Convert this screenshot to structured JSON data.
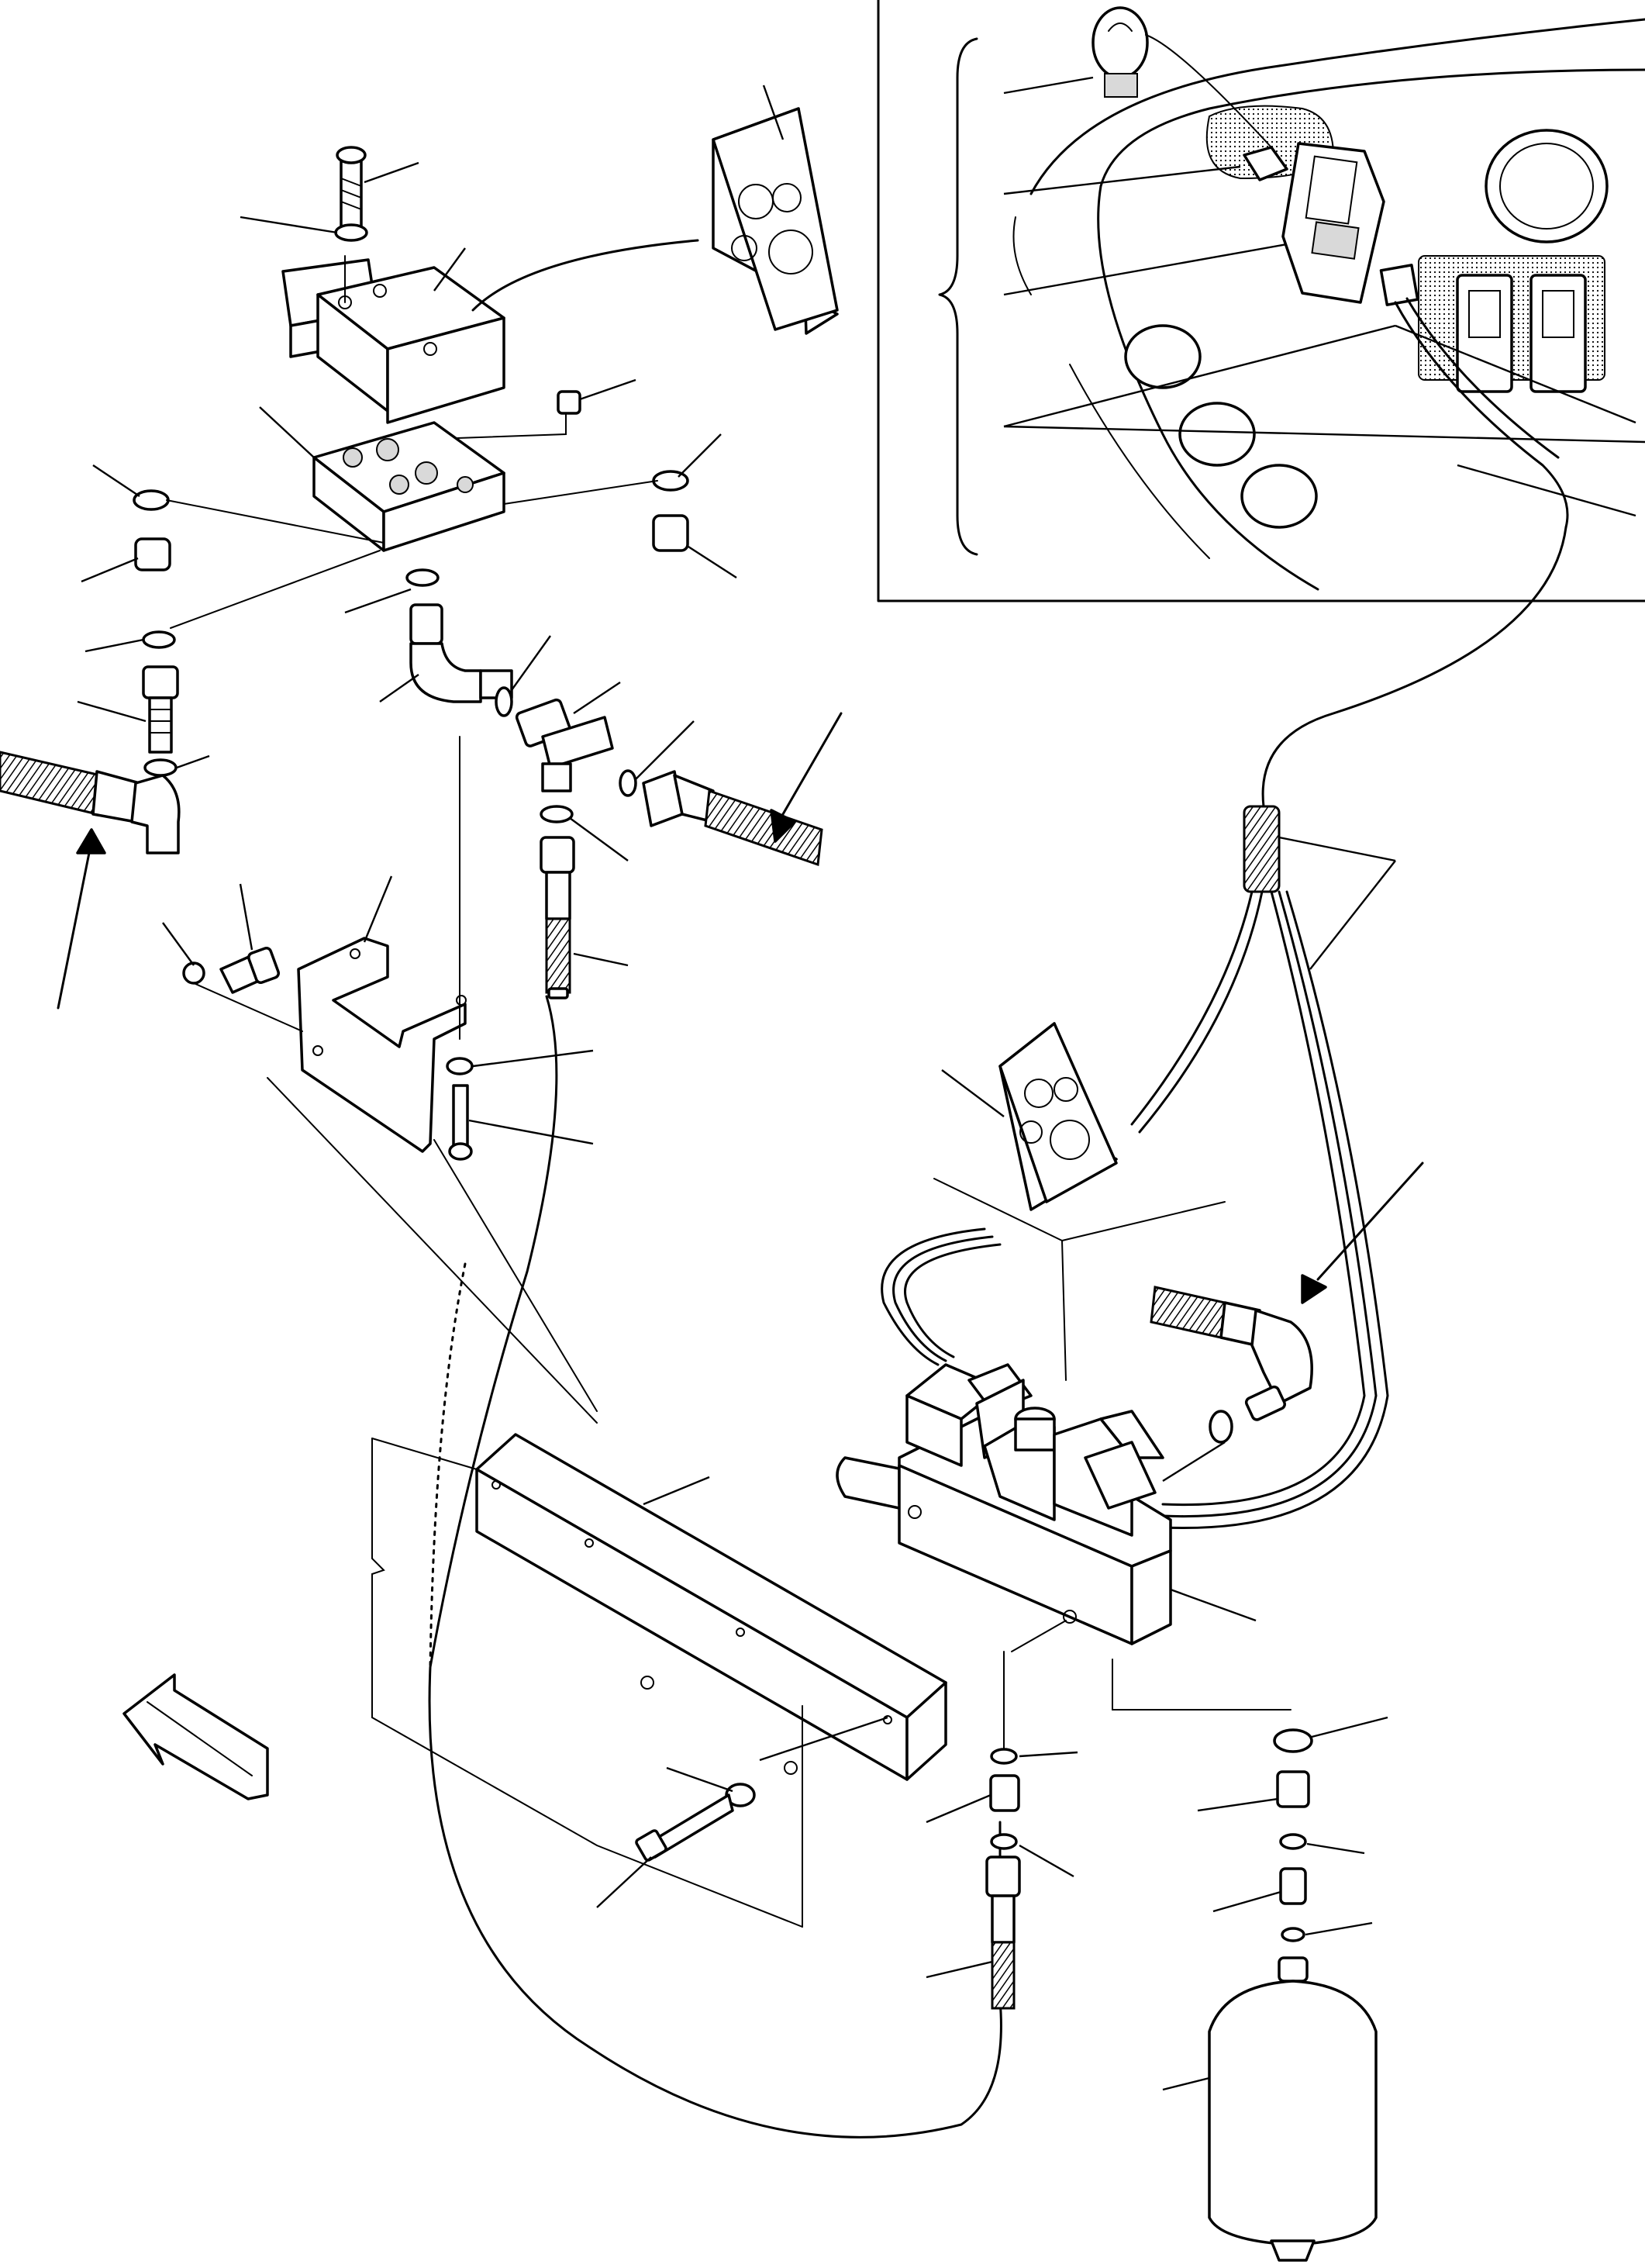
{
  "diagram": {
    "kind": "exploded-parts-view",
    "colors": {
      "ink": "#000000",
      "paper": "#ffffff",
      "shading": "#d9d9d9"
    },
    "parts": [
      {
        "id": "upper-solenoid-valve"
      },
      {
        "id": "manifold-block"
      },
      {
        "id": "elbow-fitting"
      },
      {
        "id": "tee-fitting"
      },
      {
        "id": "inline-adapter"
      },
      {
        "id": "hose-left"
      },
      {
        "id": "hose-center"
      },
      {
        "id": "hose-right"
      },
      {
        "id": "mounting-bracket"
      },
      {
        "id": "support-rail"
      },
      {
        "id": "lower-solenoid-valve"
      },
      {
        "id": "accumulator"
      },
      {
        "id": "seal-kit-upper"
      },
      {
        "id": "seal-kit-lower"
      },
      {
        "id": "wiring-harness"
      },
      {
        "id": "indicator-bulb"
      },
      {
        "id": "rocker-switch"
      },
      {
        "id": "direction-arrow"
      }
    ],
    "icons": [
      "bulb-icon",
      "seal-kit-icon",
      "forward-arrow-icon"
    ]
  }
}
